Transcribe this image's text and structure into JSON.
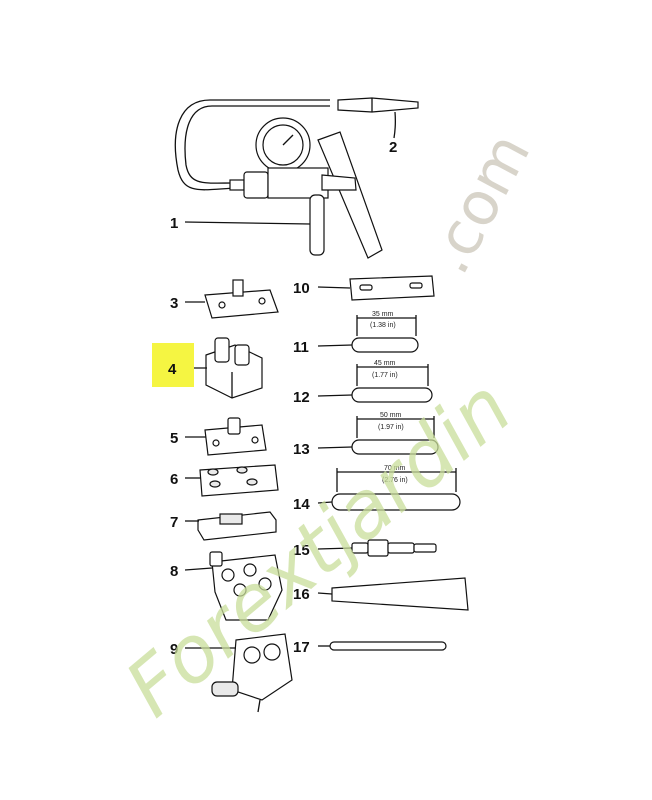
{
  "callouts": {
    "n1": "1",
    "n2": "2",
    "n3": "3",
    "n4": "4",
    "n5": "5",
    "n6": "6",
    "n7": "7",
    "n8": "8",
    "n9": "9",
    "n10": "10",
    "n11": "11",
    "n12": "12",
    "n13": "13",
    "n14": "14",
    "n15": "15",
    "n16": "16",
    "n17": "17"
  },
  "highlight": {
    "item": "4",
    "color": "#f5f542"
  },
  "dimensions": {
    "d11_mm": "35 mm",
    "d11_in": "(1.38 in)",
    "d12_mm": "45 mm",
    "d12_in": "(1.77 in)",
    "d13_mm": "50 mm",
    "d13_in": "(1.97 in)",
    "d14_mm": "70 mm",
    "d14_in": "(2.76 in)"
  },
  "watermark": {
    "brand": "Forextjardin",
    "domain": ".com",
    "brand_color": "#c9de9a",
    "domain_color": "#c8c2b4"
  }
}
